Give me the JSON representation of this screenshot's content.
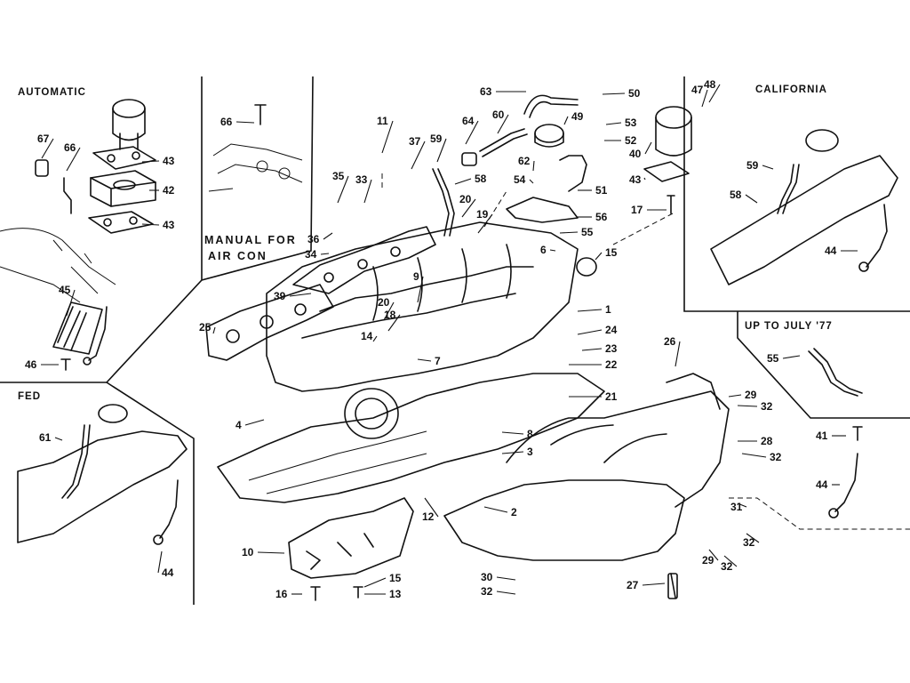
{
  "panels": {
    "automatic": "AUTOMATIC",
    "manual_line1": "MANUAL FOR",
    "manual_line2": "AIR CON",
    "california": "CALIFORNIA",
    "up_to": "UP TO JULY '77",
    "fed": "FED"
  },
  "callouts": [
    "67",
    "66",
    "43",
    "42",
    "43",
    "45",
    "46",
    "66",
    "11",
    "37",
    "35",
    "33",
    "36",
    "34",
    "39",
    "25",
    "59",
    "58",
    "20",
    "19",
    "64",
    "60",
    "63",
    "50",
    "49",
    "53",
    "52",
    "62",
    "54",
    "51",
    "56",
    "55",
    "6",
    "15",
    "17",
    "40",
    "43",
    "47",
    "48",
    "9",
    "20",
    "18",
    "14",
    "7",
    "1",
    "24",
    "23",
    "22",
    "21",
    "4",
    "8",
    "3",
    "2",
    "12",
    "10",
    "16",
    "15",
    "13",
    "30",
    "32",
    "27",
    "26",
    "29",
    "32",
    "28",
    "32",
    "31",
    "32",
    "29",
    "32",
    "59",
    "58",
    "44",
    "55",
    "41",
    "44",
    "61",
    "44"
  ]
}
